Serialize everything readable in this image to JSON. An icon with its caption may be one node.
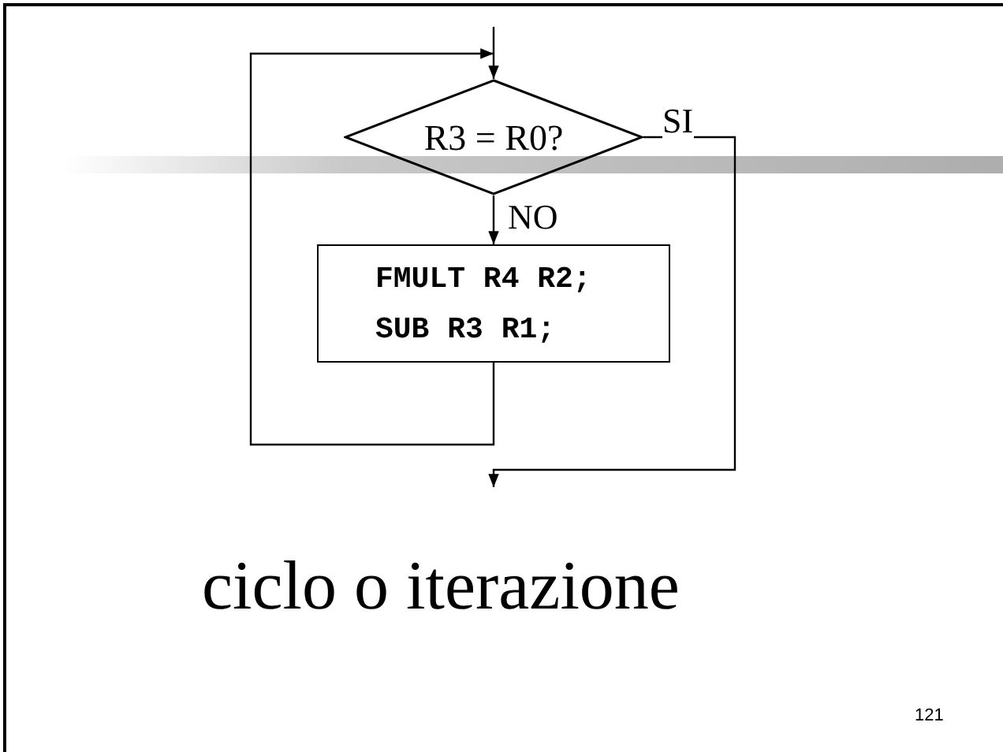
{
  "diagram": {
    "title": "ciclo o iterazione",
    "nodes": [
      {
        "text": [
          "R3 = R0?"
        ]
      },
      {
        "text": [
          "FMULT R4 R2; SUB R3 R1;"
        ]
      }
    ],
    "edges": [
      {
        "from": null,
        "to": 0,
        "arrow": "to"
      },
      {
        "from": 0,
        "to": 1,
        "arrow": "to",
        "label": "NO"
      },
      {
        "from": 1,
        "to": 0,
        "arrow": "to"
      },
      {
        "from": 0,
        "to": null,
        "arrow": "to",
        "label": "SI"
      }
    ],
    "labels": [
      "121"
    ]
  }
}
